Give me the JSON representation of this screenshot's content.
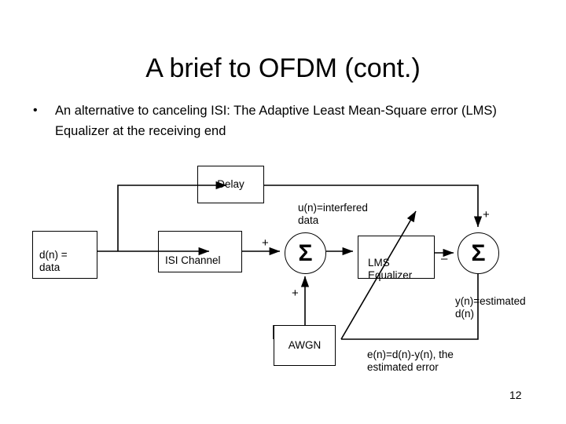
{
  "slide": {
    "title": "A brief to OFDM (cont.)",
    "page_number": "12",
    "bullets": [
      {
        "marker": "•",
        "text": "An alternative to canceling ISI: The Adaptive Least Mean-Square error (LMS) Equalizer at the receiving end"
      }
    ]
  },
  "diagram": {
    "blocks": {
      "delay": "Delay",
      "source": "d(n) =\ndata",
      "isi_channel": "ISI Channel",
      "lms_equalizer": "LMS\nEqualizer",
      "awgn": "AWGN"
    },
    "summers": {
      "sum1_glyph": "Σ",
      "sum2_glyph": "Σ"
    },
    "signs": {
      "sum1_top_input": "+",
      "sum1_bottom_input": "+",
      "sum2_top_input": "+",
      "sum2_left_input": "–"
    },
    "labels": {
      "u_of_n": "u(n)=interfered\ndata",
      "y_of_n": "y(n)=estimated\nd(n)",
      "e_of_n": "e(n)=d(n)-y(n), the\nestimated error"
    },
    "colors": {
      "stroke": "#000000",
      "background": "#ffffff",
      "text": "#000000"
    }
  }
}
